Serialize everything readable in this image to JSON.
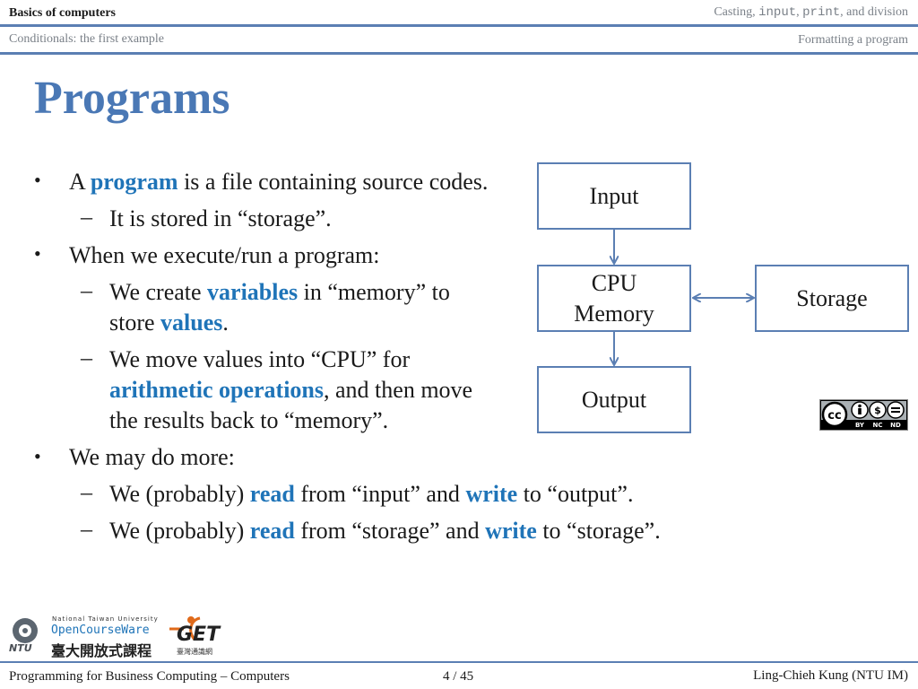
{
  "header": {
    "left_top": "Basics of computers",
    "left_bottom": "Conditionals: the first example",
    "right_top_pre": "Casting, ",
    "right_top_code1": "input",
    "right_top_sep": ", ",
    "right_top_code2": "print",
    "right_top_post": ", and division",
    "right_bottom": "Formatting a program"
  },
  "slide": {
    "title": "Programs"
  },
  "bullets": {
    "b1": {
      "pre": "A ",
      "kw": "program",
      "post": " is a file containing source codes."
    },
    "b1s1": "It is stored in “storage”.",
    "b2": "When we execute/run a program:",
    "b2s1": {
      "pre": "We create ",
      "kw1": "variables",
      "mid": " in “memory” to",
      "line2_pre": "store ",
      "kw2": "values",
      "line2_post": "."
    },
    "b2s2": {
      "line1": "We move values into “CPU” for",
      "kw": "arithmetic operations",
      "line2_post": ", and then move",
      "line3": "the results back to “memory”."
    },
    "b3": "We may do more:",
    "b3s1": {
      "pre": "We (probably) ",
      "kw1": "read",
      "mid": " from “input” and ",
      "kw2": "write",
      "post": " to “output”."
    },
    "b3s2": {
      "pre": "We (probably) ",
      "kw1": "read",
      "mid": " from “storage” and ",
      "kw2": "write",
      "post": " to “storage”."
    },
    "bullet_symbol": "•",
    "dash_symbol": "–"
  },
  "diagram": {
    "input": "Input",
    "cpu": "CPU",
    "memory": "Memory",
    "storage": "Storage",
    "output": "Output",
    "stroke_color": "#5b7fb3"
  },
  "license": {
    "cc": "cc",
    "by": "BY",
    "nc": "NC",
    "nd": "ND"
  },
  "logos": {
    "ocw_line1": "National Taiwan University",
    "ocw_line2": "OpenCourseWare",
    "ocw_line3": "臺大開放式課程",
    "ntu": "NTU",
    "get_word": "GET",
    "get_sub": "臺灣通識網"
  },
  "footer": {
    "course": "Programming for Business Computing – Computers",
    "page": "4 / 45",
    "author": "Ling-Chieh Kung (NTU IM)"
  },
  "colors": {
    "accent": "#4a78b5",
    "keyword": "#1f74b8",
    "rule": "#5b7fb3"
  }
}
